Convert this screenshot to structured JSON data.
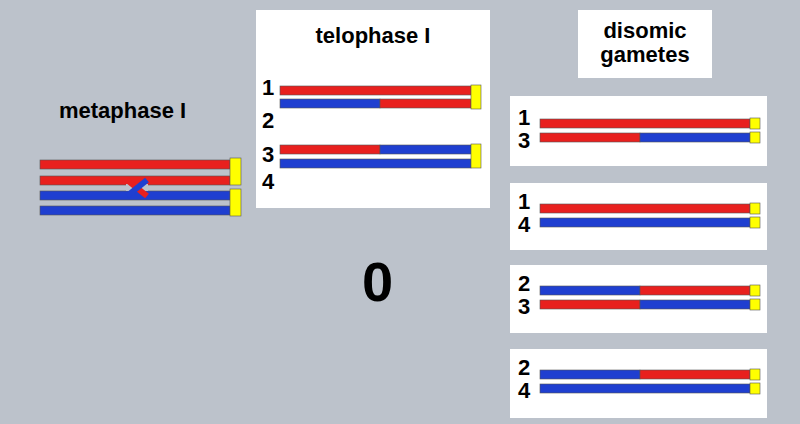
{
  "diagram": {
    "nodes": [
      {
        "text": [
          "telophase I",
          "1",
          "2",
          "3",
          "4"
        ]
      },
      {
        "text": [
          "disomic gametes"
        ]
      },
      {
        "text": [
          "1",
          "3"
        ]
      },
      {
        "text": [
          "1",
          "4"
        ]
      },
      {
        "text": [
          "2",
          "3"
        ]
      },
      {
        "text": [
          "2",
          "4"
        ]
      }
    ],
    "labels": [
      "metaphase I",
      "0"
    ]
  }
}
